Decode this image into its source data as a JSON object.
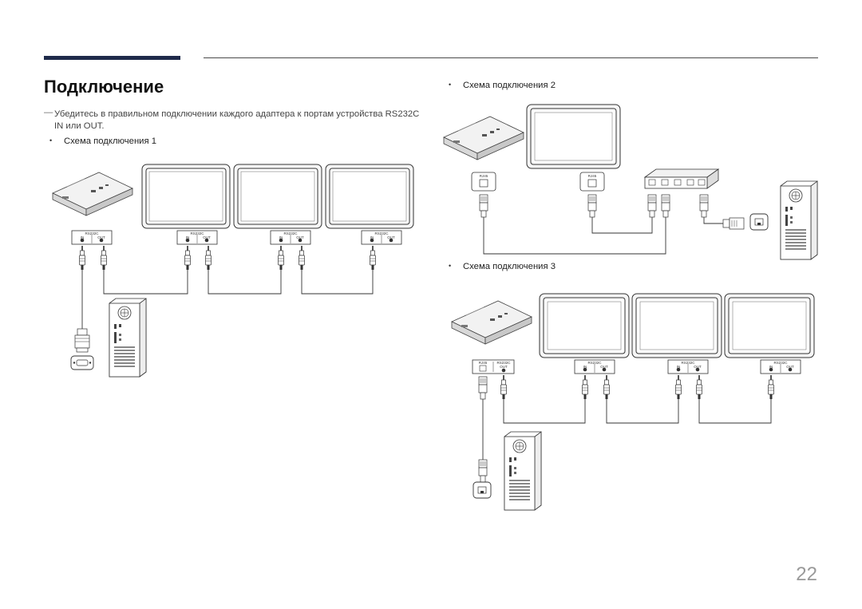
{
  "header": {
    "title": "Подключение"
  },
  "note": {
    "dash": "―",
    "text": "Убедитесь в правильном подключении каждого адаптера к портам устройства RS232C IN или OUT."
  },
  "schemes": [
    {
      "bullet": "•",
      "label": "Схема подключения 1"
    },
    {
      "bullet": "•",
      "label": "Схема подключения 2"
    },
    {
      "bullet": "•",
      "label": "Схема подключения 3"
    }
  ],
  "port_labels": {
    "rs232c": "RS232C",
    "rj45": "RJ45",
    "in": "IN",
    "out": "OUT"
  },
  "icons": [
    "media-player-box-icon",
    "monitor-icon",
    "pc-tower-icon",
    "network-switch-icon",
    "rj45-jack-icon",
    "serial-port-icon",
    "stereo-plug-icon",
    "rj45-plug-icon",
    "db9-connector-icon"
  ],
  "footer": {
    "page_number": "22"
  }
}
